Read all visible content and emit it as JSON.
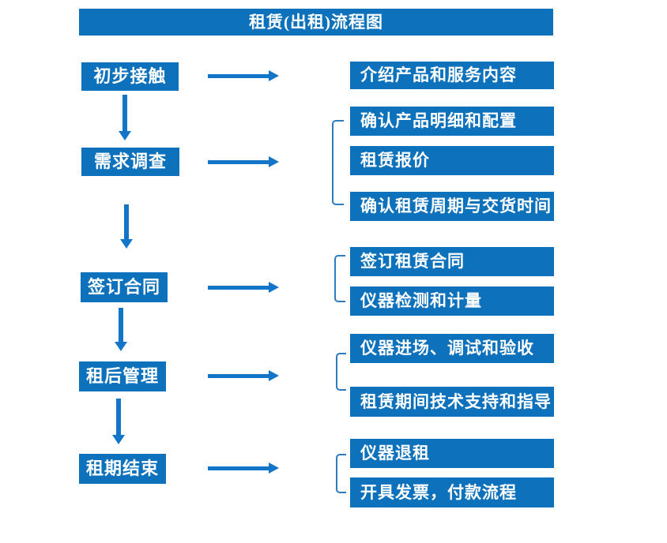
{
  "title": "租赁(出租)流程图",
  "colors": {
    "box_blue": "#0D71BB",
    "arrow_blue": "#1375C7",
    "bracket_blue": "#2E7BC0",
    "text_white": "#ffffff"
  },
  "stages": [
    {
      "label": "初步接触"
    },
    {
      "label": "需求调查"
    },
    {
      "label": "签订合同"
    },
    {
      "label": "租后管理"
    },
    {
      "label": "租期结束"
    }
  ],
  "details": [
    {
      "label": "介绍产品和服务内容"
    },
    {
      "label": "确认产品明细和配置"
    },
    {
      "label": "租赁报价"
    },
    {
      "label": "确认租赁周期与交货时间"
    },
    {
      "label": "签订租赁合同"
    },
    {
      "label": "仪器检测和计量"
    },
    {
      "label": "仪器进场、调试和验收"
    },
    {
      "label": "租赁期间技术支持和指导"
    },
    {
      "label": "仪器退租"
    },
    {
      "label": "开具发票，付款流程"
    }
  ]
}
